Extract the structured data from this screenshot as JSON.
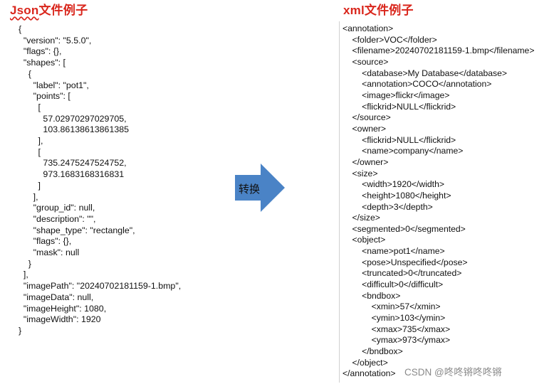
{
  "left": {
    "title_word": "Json",
    "title_rest": "文件例子",
    "lines": [
      "{",
      "  \"version\": \"5.5.0\",",
      "  \"flags\": {},",
      "  \"shapes\": [",
      "    {",
      "      \"label\": \"pot1\",",
      "      \"points\": [",
      "        [",
      "          57.02970297029705,",
      "          103.86138613861385",
      "        ],",
      "        [",
      "          735.2475247524752,",
      "          973.1683168316831",
      "        ]",
      "      ],",
      "      \"group_id\": null,",
      "      \"description\": \"\",",
      "      \"shape_type\": \"rectangle\",",
      "      \"flags\": {},",
      "      \"mask\": null",
      "    }",
      "  ],",
      "  \"imagePath\": \"20240702181159-1.bmp\",",
      "  \"imageData\": null,",
      "  \"imageHeight\": 1080,",
      "  \"imageWidth\": 1920",
      "}"
    ]
  },
  "arrow": {
    "label": "转换",
    "color": "#4a83c6"
  },
  "right": {
    "title": "xml文件例子",
    "lines": [
      "<annotation>",
      "    <folder>VOC</folder>",
      "    <filename>20240702181159-1.bmp</filename>",
      "    <source>",
      "        <database>My Database</database>",
      "        <annotation>COCO</annotation>",
      "        <image>flickr</image>",
      "        <flickrid>NULL</flickrid>",
      "    </source>",
      "    <owner>",
      "        <flickrid>NULL</flickrid>",
      "        <name>company</name>",
      "    </owner>",
      "    <size>",
      "        <width>1920</width>",
      "        <height>1080</height>",
      "        <depth>3</depth>",
      "    </size>",
      "    <segmented>0</segmented>",
      "    <object>",
      "        <name>pot1</name>",
      "        <pose>Unspecified</pose>",
      "        <truncated>0</truncated>",
      "        <difficult>0</difficult>",
      "        <bndbox>",
      "            <xmin>57</xmin>",
      "            <ymin>103</ymin>",
      "            <xmax>735</xmax>",
      "            <ymax>973</ymax>",
      "        </bndbox>",
      "    </object>",
      "</annotation>"
    ]
  },
  "watermark": "CSDN @咚咚锵咚咚锵"
}
